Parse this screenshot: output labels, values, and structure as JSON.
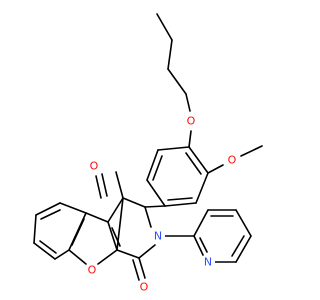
{
  "molecule": {
    "atoms": [
      {
        "id": "O_ether",
        "label": "O",
        "color": "#ff0d0d"
      },
      {
        "id": "O_methoxy",
        "label": "O",
        "color": "#ff0d0d"
      },
      {
        "id": "O_keto9",
        "label": "O",
        "color": "#ff0d0d"
      },
      {
        "id": "N_lactam",
        "label": "N",
        "color": "#3050f8"
      },
      {
        "id": "N_pyridine",
        "label": "N",
        "color": "#3050f8"
      },
      {
        "id": "O_chromene",
        "label": "O",
        "color": "#ff0d0d"
      },
      {
        "id": "O_keto3",
        "label": "O",
        "color": "#ff0d0d"
      }
    ],
    "bond_color": "#000000"
  }
}
